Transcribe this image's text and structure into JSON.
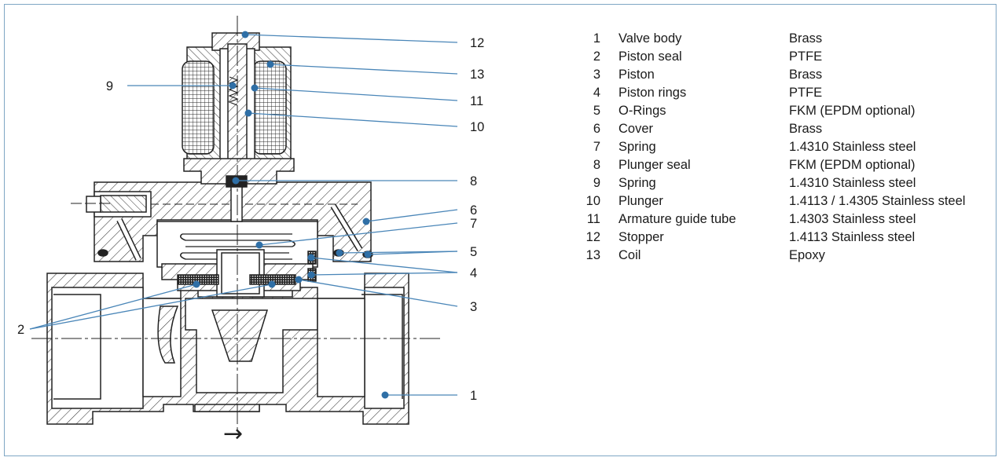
{
  "colors": {
    "leader": "#4a86b8",
    "dot": "#2f6fa6",
    "frame": "#7fa6c4",
    "ink": "#1a1a1a"
  },
  "diagram": {
    "flow_arrow": "→",
    "callouts": [
      {
        "id": "12",
        "label": "12"
      },
      {
        "id": "13",
        "label": "13"
      },
      {
        "id": "9",
        "label": "9"
      },
      {
        "id": "11",
        "label": "11"
      },
      {
        "id": "10",
        "label": "10"
      },
      {
        "id": "8",
        "label": "8"
      },
      {
        "id": "6",
        "label": "6"
      },
      {
        "id": "7",
        "label": "7"
      },
      {
        "id": "5",
        "label": "5"
      },
      {
        "id": "4",
        "label": "4"
      },
      {
        "id": "3",
        "label": "3"
      },
      {
        "id": "2",
        "label": "2"
      },
      {
        "id": "1",
        "label": "1"
      }
    ]
  },
  "parts": [
    {
      "num": "1",
      "name": "Valve body",
      "material": "Brass"
    },
    {
      "num": "2",
      "name": "Piston seal",
      "material": "PTFE"
    },
    {
      "num": "3",
      "name": "Piston",
      "material": "Brass"
    },
    {
      "num": "4",
      "name": "Piston rings",
      "material": "PTFE"
    },
    {
      "num": "5",
      "name": "O-Rings",
      "material": "FKM (EPDM optional)"
    },
    {
      "num": "6",
      "name": "Cover",
      "material": "Brass"
    },
    {
      "num": "7",
      "name": "Spring",
      "material": "1.4310 Stainless steel"
    },
    {
      "num": "8",
      "name": "Plunger seal",
      "material": "FKM (EPDM optional)"
    },
    {
      "num": "9",
      "name": "Spring",
      "material": "1.4310 Stainless steel"
    },
    {
      "num": "10",
      "name": "Plunger",
      "material": "1.4113 / 1.4305 Stainless steel"
    },
    {
      "num": "11",
      "name": "Armature guide tube",
      "material": "1.4303 Stainless steel"
    },
    {
      "num": "12",
      "name": "Stopper",
      "material": "1.4113 Stainless steel"
    },
    {
      "num": "13",
      "name": "Coil",
      "material": "Epoxy"
    }
  ]
}
